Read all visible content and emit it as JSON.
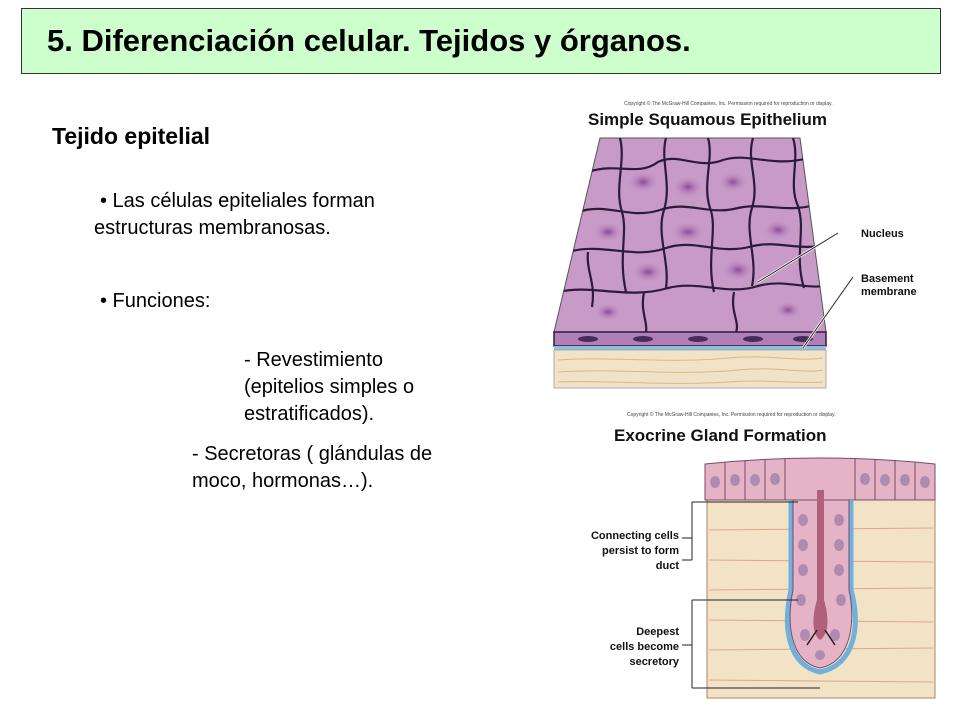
{
  "slide": {
    "title": "5. Diferenciación celular. Tejidos y órganos.",
    "section_heading": "Tejido epitelial",
    "bullet1_line1": "• Las células epiteliales forman",
    "bullet1_line2": "estructuras membranosas.",
    "bullet2": "• Funciones:",
    "sub1_line1": "- Revestimiento",
    "sub1_line2": "(epitelios simples o",
    "sub1_line3": "estratificados).",
    "sub2_line1": "- Secretoras ( glándulas de",
    "sub2_line2": "moco, hormonas…)."
  },
  "figure1": {
    "copyright": "Copyright © The McGraw-Hill Companies, Inc. Permission required for reproduction or display.",
    "title": "Simple Squamous Epithelium",
    "label_nucleus": "Nucleus",
    "label_basement_line1": "Basement",
    "label_basement_line2": "membrane"
  },
  "figure2": {
    "copyright": "Copyright © The McGraw-Hill Companies, Inc. Permission required for reproduction or display.",
    "title": "Exocrine Gland Formation",
    "label_connecting_line1": "Connecting cells",
    "label_connecting_line2": "persist to form",
    "label_connecting_line3": "duct",
    "label_deepest_line1": "Deepest",
    "label_deepest_line2": "cells become",
    "label_deepest_line3": "secretory"
  },
  "colors": {
    "title_bg": "#ccffcc",
    "epithelium_fill": "#c79ac8",
    "cell_border": "#2e1b3a",
    "nucleus": "#9b5fa6",
    "connective": "#f3e3c6",
    "basement": "#8ec1e0",
    "gland_pink": "#e5b3c6"
  }
}
